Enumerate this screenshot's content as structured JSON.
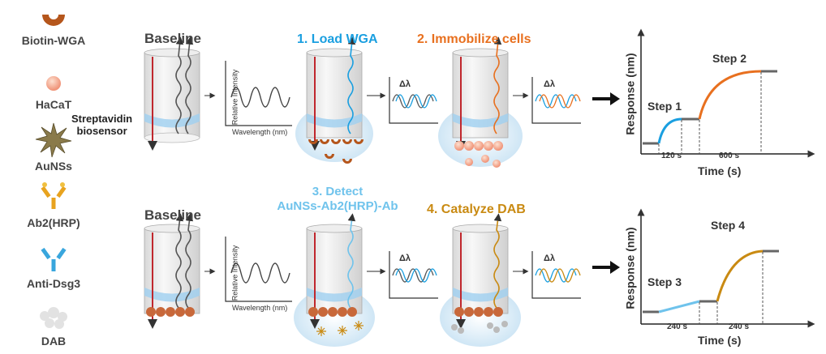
{
  "legend": [
    {
      "label": "Biotin-WGA",
      "icon": "biotin-wga-icon"
    },
    {
      "label": "HaCaT",
      "icon": "hacat-cell-icon"
    },
    {
      "label": "AuNSs",
      "icon": "aunss-star-icon"
    },
    {
      "label": "Ab2(HRP)",
      "icon": "ab2-hrp-antibody-icon"
    },
    {
      "label": "Anti-Dsg3",
      "icon": "anti-dsg3-antibody-icon"
    },
    {
      "label": "DAB",
      "icon": "dab-icon"
    }
  ],
  "row1": {
    "baseline": "Baseline",
    "biosensor": "Streptavidin\nbiosensor",
    "step1": "1. Load WGA",
    "step2": "2. Immobilize cells"
  },
  "row2": {
    "baseline": "Baseline",
    "step3": "3. Detect\nAuNSs-Ab2(HRP)-Ab",
    "step4": "4. Catalyze DAB"
  },
  "spectrum": {
    "ylabel": "Relative Intensity",
    "xlabel": "Wavelength (nm)",
    "shift": "Δλ"
  },
  "colors": {
    "blue": "#1a9fe0",
    "orange": "#e8701f",
    "light_blue": "#6fc3ec",
    "gold": "#c98a12",
    "red": "#c0272d",
    "gray": "#555555"
  },
  "chart_data": [
    {
      "type": "line",
      "ylabel": "Response (nm)",
      "xlabel": "Time (s)",
      "annotations": [
        "Step 1",
        "Step 2"
      ],
      "intervals": [
        "120 s",
        "600 s"
      ]
    },
    {
      "type": "line",
      "ylabel": "Response (nm)",
      "xlabel": "Time (s)",
      "annotations": [
        "Step 3",
        "Step 4"
      ],
      "intervals": [
        "240 s",
        "240 s"
      ]
    }
  ]
}
